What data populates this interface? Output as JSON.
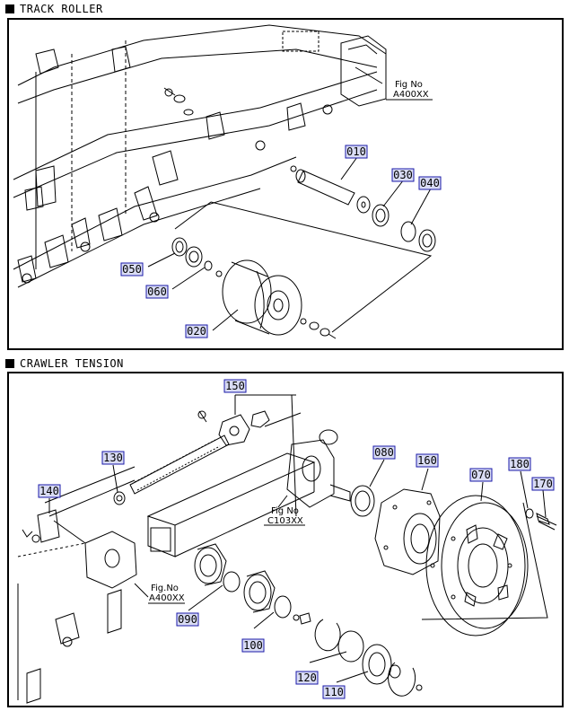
{
  "sections": [
    {
      "title": "TRACK ROLLER"
    },
    {
      "title": "CRAWLER TENSION"
    }
  ],
  "track_roller": {
    "parts": [
      "010",
      "030",
      "040",
      "050",
      "060",
      "020"
    ],
    "fig_ref": {
      "line1": "Fig No",
      "line2": "A400XX"
    }
  },
  "crawler_tension": {
    "parts": [
      "150",
      "130",
      "140",
      "080",
      "160",
      "070",
      "180",
      "170",
      "090",
      "100",
      "120",
      "110"
    ],
    "fig_ref_a": {
      "line1": "Fig No",
      "line2": "C103XX"
    },
    "fig_ref_b": {
      "line1": "Fig.No",
      "line2": "A400XX"
    }
  },
  "colors": {
    "label_fill": "#d9dcf4",
    "label_border": "#1a1aa8",
    "ink": "#000000"
  }
}
